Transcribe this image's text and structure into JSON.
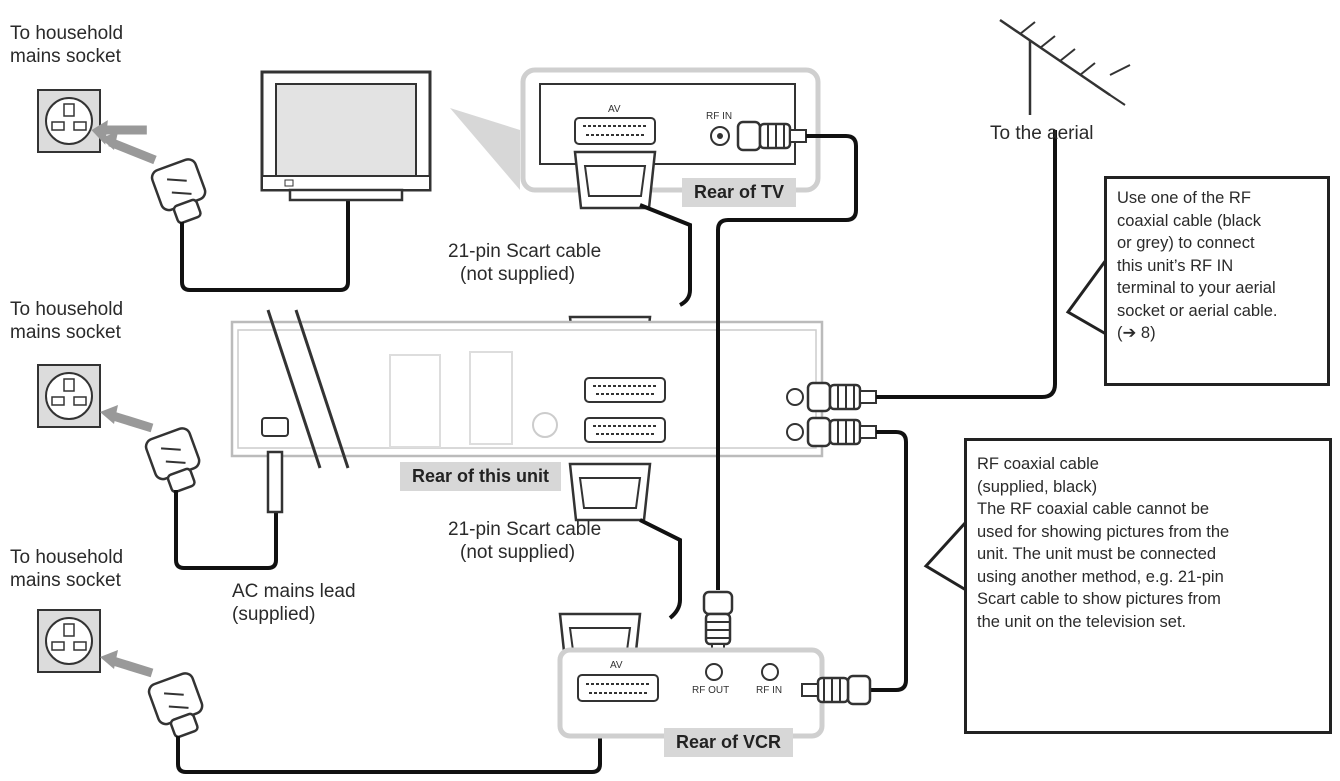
{
  "labels": {
    "mains_socket_1": [
      "To household",
      "mains socket"
    ],
    "mains_socket_2": [
      "To household",
      "mains socket"
    ],
    "mains_socket_3": [
      "To household",
      "mains socket"
    ],
    "aerial": "To the aerial",
    "scart_top": [
      "21-pin Scart cable",
      "(not supplied)"
    ],
    "scart_bottom": [
      "21-pin Scart cable",
      "(not supplied)"
    ],
    "ac_lead": [
      "AC mains lead",
      "(supplied)"
    ]
  },
  "banners": {
    "rear_tv": "Rear of TV",
    "rear_unit": "Rear of this unit",
    "rear_vcr": "Rear of VCR"
  },
  "port_labels": {
    "tv_av": "AV",
    "tv_rf_in": "RF IN",
    "vcr_av": "AV",
    "vcr_rf_out": "RF OUT",
    "vcr_rf_in": "RF IN"
  },
  "callouts": {
    "aerial_note": [
      "Use one of the RF",
      "coaxial cable (black",
      "or grey) to connect",
      "this unit’s RF IN",
      "terminal to your aerial",
      "socket or aerial cable.",
      "(➔    8)"
    ],
    "rf_note": [
      "RF coaxial cable",
      "(supplied, black)",
      "The RF coaxial cable cannot be",
      "used for showing pictures from the",
      "unit. The unit must be connected",
      "using another method, e.g. 21-pin",
      "Scart cable to show pictures from",
      "the unit on the television set."
    ]
  },
  "icons": [
    "mains-socket-icon",
    "mains-plug-icon",
    "tv-icon",
    "aerial-icon",
    "scart-plug-icon",
    "rf-plug-icon"
  ]
}
